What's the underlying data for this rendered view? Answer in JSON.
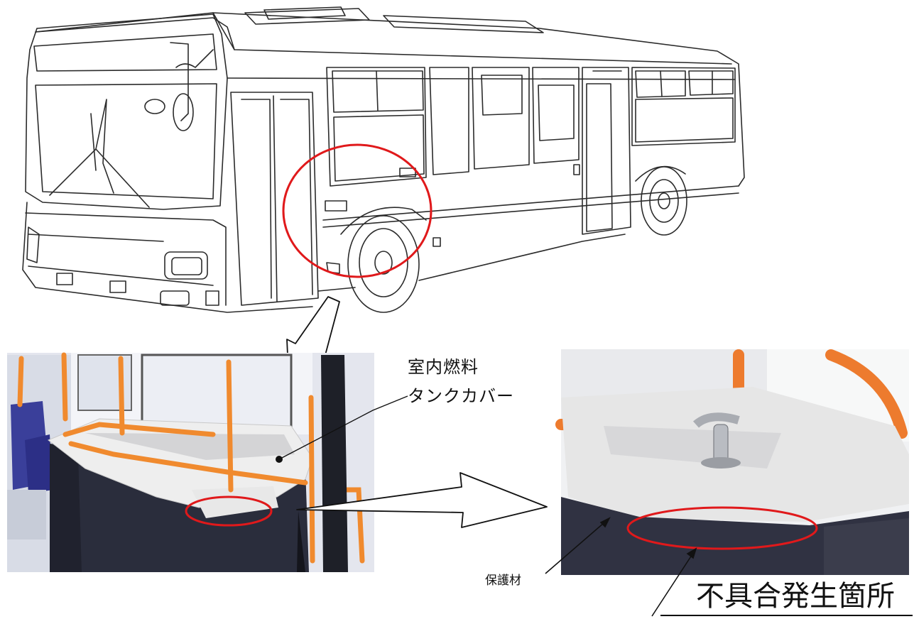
{
  "labels": {
    "cover_line1": "室内燃料",
    "cover_line2": "タンクカバー",
    "protective_material": "保護材",
    "defect_location": "不具合発生箇所"
  },
  "colors": {
    "highlight_ring": "#e0191b",
    "handrail": "#f08a2e",
    "tank_cover": "#eeeeee",
    "tank_body": "#2a2d3c",
    "line_art": "#2b2b2b"
  },
  "icons": [
    "bus-line-drawing",
    "callout-arrow",
    "highlight-ellipse"
  ]
}
